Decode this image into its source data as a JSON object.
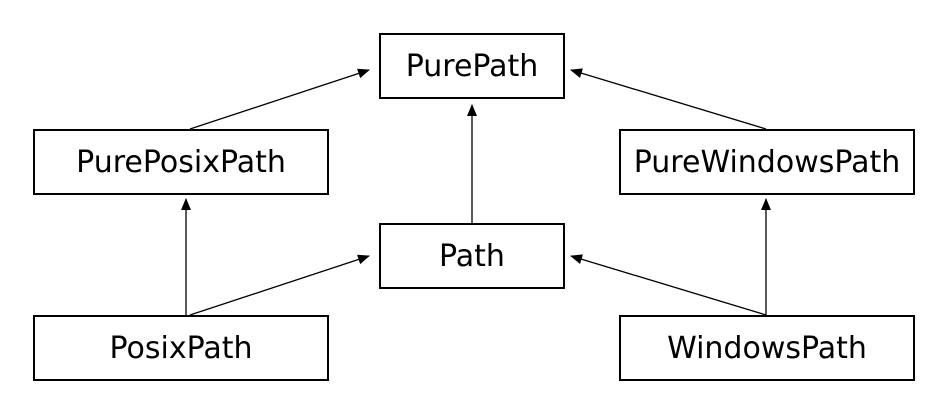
{
  "diagram": {
    "nodes": {
      "purepath": "PurePath",
      "pureposixpath": "PurePosixPath",
      "purewindowspath": "PureWindowsPath",
      "path": "Path",
      "posixpath": "PosixPath",
      "windowspath": "WindowsPath"
    },
    "edges": [
      {
        "from": "pureposixpath",
        "to": "purepath"
      },
      {
        "from": "purewindowspath",
        "to": "purepath"
      },
      {
        "from": "path",
        "to": "purepath"
      },
      {
        "from": "posixpath",
        "to": "pureposixpath"
      },
      {
        "from": "posixpath",
        "to": "path"
      },
      {
        "from": "windowspath",
        "to": "path"
      },
      {
        "from": "windowspath",
        "to": "purewindowspath"
      }
    ]
  }
}
